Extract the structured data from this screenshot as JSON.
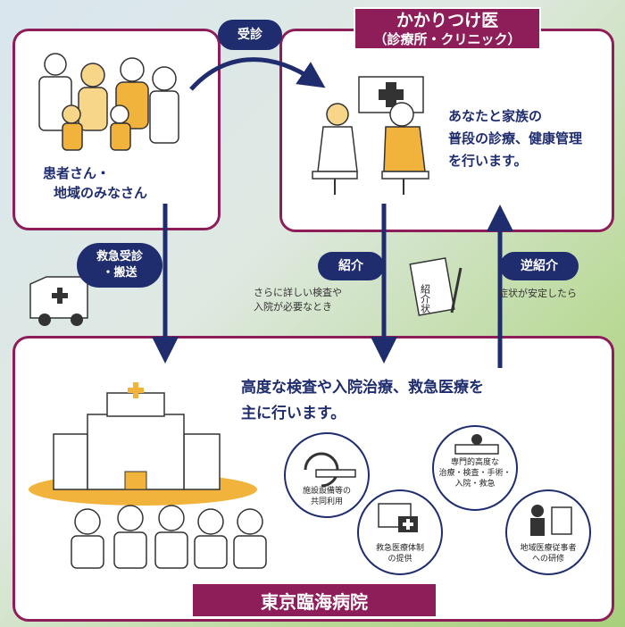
{
  "clinic": {
    "title": "かかりつけ医",
    "subtitle": "（診療所・クリニック）",
    "description_lines": [
      "あなたと家族の",
      "普段の診療、健康管理",
      "を行います。"
    ]
  },
  "patients": {
    "label_lines": [
      "患者さん・",
      "地域のみなさん"
    ]
  },
  "arrows": {
    "visit": "受診",
    "emergency_lines": [
      "救急受診",
      "・搬送"
    ],
    "referral": "紹介",
    "referral_note_lines": [
      "さらに詳しい検査や",
      "入院が必要なとき"
    ],
    "reverse_referral": "逆紹介",
    "reverse_referral_note": "症状が安定したら",
    "letter": "紹介状"
  },
  "hospital": {
    "name": "東京臨海病院",
    "description_lines": [
      "高度な検査や入院治療、救急医療を",
      "主に行います。"
    ],
    "features": [
      {
        "lines": [
          "施設設備等の",
          "共同利用"
        ]
      },
      {
        "lines": [
          "救急医療体制",
          "の提供"
        ]
      },
      {
        "lines": [
          "専門的高度な",
          "治療・検査・手術・",
          "入院・救急"
        ]
      },
      {
        "lines": [
          "地域医療従事者",
          "への研修"
        ]
      }
    ]
  },
  "colors": {
    "navy": "#1f2d6e",
    "magenta": "#8e1e5a",
    "gold": "#f2b33d",
    "light_gold": "#f7d68a"
  }
}
